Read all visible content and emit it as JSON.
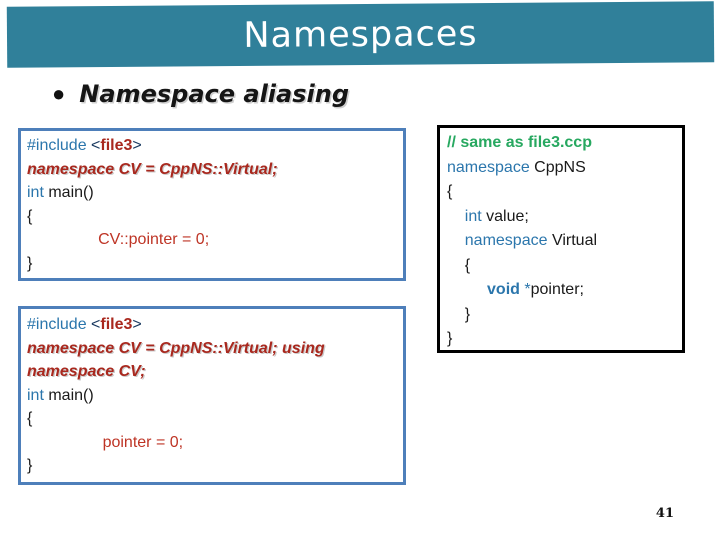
{
  "slide": {
    "title": "Namespaces",
    "bullet": "Namespace aliasing",
    "page_number": "41"
  },
  "colors": {
    "band": "#30809A",
    "keyword_blue": "#2B76AC",
    "dark_red": "#A9281E",
    "red": "#BE3425",
    "green": "#27A860",
    "box_border_blue": "#4E7FBA",
    "box_border_black": "#000000",
    "bracket_dark": "#17375E",
    "text_black": "#1A1A1A"
  },
  "code_boxes": [
    {
      "name": "alias-example",
      "lines": [
        [
          {
            "t": "#include ",
            "c": "blue"
          },
          {
            "t": "<",
            "c": "bracket"
          },
          {
            "t": "file3",
            "c": "darkred",
            "b": true
          },
          {
            "t": ">",
            "c": "bracket"
          }
        ],
        [
          {
            "t": "namespace CV = CppNS::Virtual;",
            "c": "darkred",
            "b": true,
            "i": true,
            "sh": true
          }
        ],
        [
          {
            "t": "int ",
            "c": "blue"
          },
          {
            "t": "main()",
            "c": "black"
          }
        ],
        [
          {
            "t": "{",
            "c": "black"
          }
        ],
        [
          {
            "t": "                ",
            "c": "black"
          },
          {
            "t": "CV::pointer = 0;",
            "c": "red"
          }
        ],
        [
          {
            "t": "}",
            "c": "black"
          }
        ]
      ]
    },
    {
      "name": "alias-using-example",
      "lines": [
        [
          {
            "t": "#include ",
            "c": "blue"
          },
          {
            "t": "<",
            "c": "bracket"
          },
          {
            "t": "file3",
            "c": "darkred",
            "b": true
          },
          {
            "t": ">",
            "c": "bracket"
          }
        ],
        [
          {
            "t": "namespace CV = CppNS::Virtual; using",
            "c": "darkred",
            "b": true,
            "i": true,
            "sh": true
          }
        ],
        [
          {
            "t": "namespace CV;",
            "c": "darkred",
            "b": true,
            "i": true,
            "sh": true
          }
        ],
        [
          {
            "t": "int ",
            "c": "blue"
          },
          {
            "t": "main()",
            "c": "black"
          }
        ],
        [
          {
            "t": "{",
            "c": "black"
          }
        ],
        [
          {
            "t": "                 ",
            "c": "black"
          },
          {
            "t": "pointer = 0;",
            "c": "red"
          }
        ],
        [
          {
            "t": "}",
            "c": "black"
          }
        ]
      ]
    },
    {
      "name": "file3-definition",
      "lines": [
        [
          {
            "t": "// same as file3.ccp",
            "c": "green",
            "b": true
          }
        ],
        [
          {
            "t": "namespace ",
            "c": "blue"
          },
          {
            "t": "CppNS",
            "c": "black"
          }
        ],
        [
          {
            "t": "{",
            "c": "black"
          }
        ],
        [
          {
            "t": "    ",
            "c": "black"
          },
          {
            "t": "int ",
            "c": "blue"
          },
          {
            "t": "value;",
            "c": "black"
          }
        ],
        [
          {
            "t": "    ",
            "c": "black"
          },
          {
            "t": "namespace ",
            "c": "blue"
          },
          {
            "t": "Virtual",
            "c": "black"
          }
        ],
        [
          {
            "t": "    {",
            "c": "black"
          }
        ],
        [
          {
            "t": "         ",
            "c": "black"
          },
          {
            "t": "void ",
            "c": "blue",
            "b": true
          },
          {
            "t": "*",
            "c": "blue"
          },
          {
            "t": "pointer;",
            "c": "black"
          }
        ],
        [
          {
            "t": "    }",
            "c": "black"
          }
        ],
        [
          {
            "t": "}",
            "c": "black"
          }
        ]
      ]
    }
  ]
}
